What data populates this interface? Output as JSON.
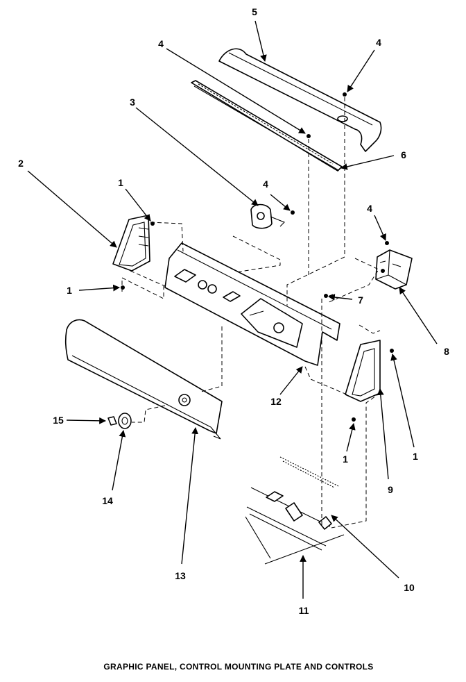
{
  "caption": "GRAPHIC PANEL, CONTROL MOUNTING PLATE AND CONTROLS",
  "callouts": {
    "c1a": "1",
    "c1b": "1",
    "c1c": "1",
    "c1d": "1",
    "c2": "2",
    "c3": "3",
    "c4a": "4",
    "c4b": "4",
    "c4c": "4",
    "c4d": "4",
    "c5": "5",
    "c6": "6",
    "c7": "7",
    "c8": "8",
    "c9": "9",
    "c10": "10",
    "c11": "11",
    "c12": "12",
    "c13": "13",
    "c14": "14",
    "c15": "15"
  }
}
